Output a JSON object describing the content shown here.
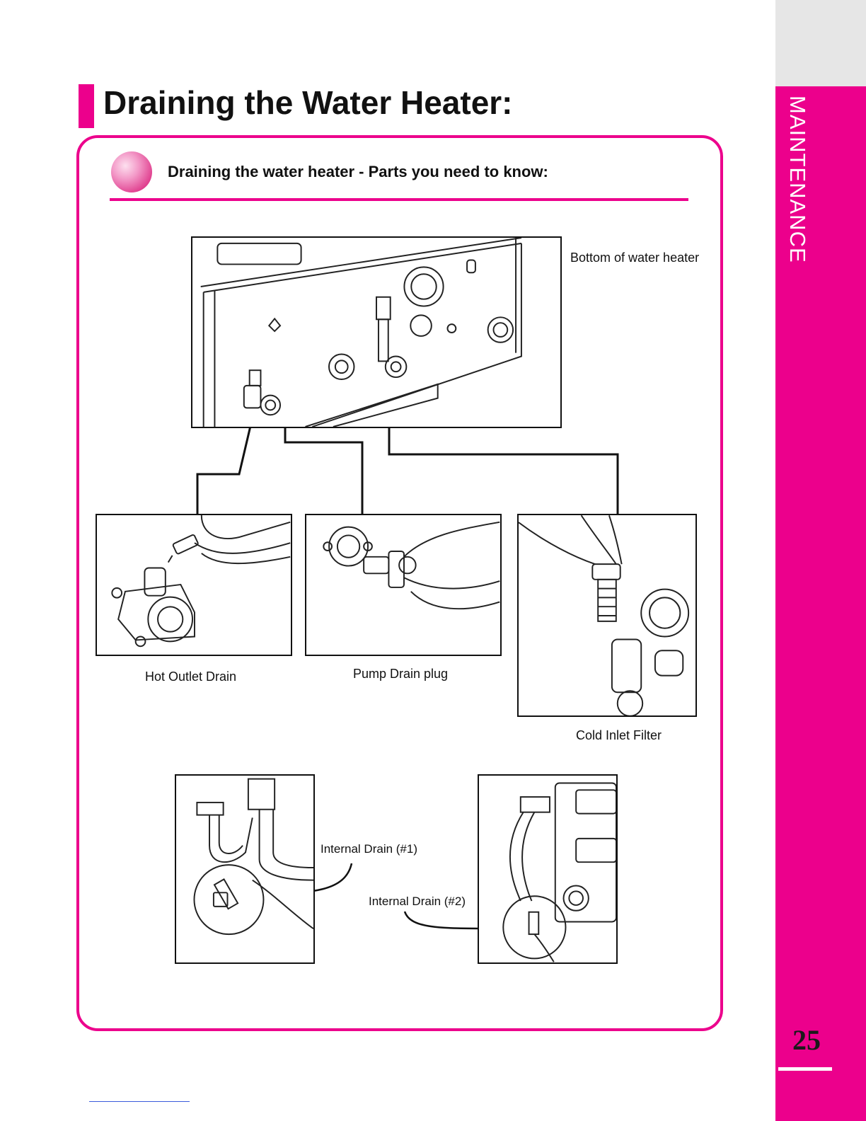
{
  "side_tab": {
    "label": "MAINTENANCE"
  },
  "page_number": "25",
  "title": "Draining the Water Heater:",
  "section": {
    "heading": "Draining the water heater - Parts you need to know:"
  },
  "figures": {
    "bottom_caption": "Bottom of water heater",
    "hot_outlet_caption": "Hot Outlet Drain",
    "pump_drain_caption": "Pump Drain plug",
    "cold_inlet_caption": "Cold Inlet Filter",
    "internal_drain_1": "Internal Drain (#1)",
    "internal_drain_2": "Internal Drain (#2)"
  },
  "colors": {
    "accent": "#ec008c",
    "side_top": "#e6e6e6"
  }
}
